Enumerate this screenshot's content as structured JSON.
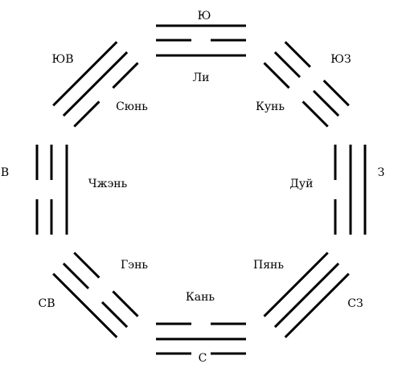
{
  "diagram": {
    "line_color": "#000000",
    "background": "#ffffff",
    "directions": {
      "south": "Ю",
      "southwest": "ЮЗ",
      "west": "З",
      "northwest": "СЗ",
      "north": "С",
      "northeast": "СВ",
      "east": "В",
      "southeast": "ЮВ"
    },
    "trigrams": [
      {
        "key": "li",
        "name": "Ли",
        "lines_outer_to_inner": [
          "yang",
          "yin",
          "yang"
        ]
      },
      {
        "key": "kun",
        "name": "Кунь",
        "lines_outer_to_inner": [
          "yin",
          "yin",
          "yin"
        ]
      },
      {
        "key": "dui",
        "name": "Дуй",
        "lines_outer_to_inner": [
          "yang",
          "yang",
          "yin"
        ]
      },
      {
        "key": "qian",
        "name": "Пянь",
        "lines_outer_to_inner": [
          "yang",
          "yang",
          "yang"
        ]
      },
      {
        "key": "kan",
        "name": "Кань",
        "lines_outer_to_inner": [
          "yin",
          "yang",
          "yin"
        ]
      },
      {
        "key": "gen",
        "name": "Гэнь",
        "lines_outer_to_inner": [
          "yang",
          "yin",
          "yin"
        ]
      },
      {
        "key": "zhen",
        "name": "Чжэнь",
        "lines_outer_to_inner": [
          "yin",
          "yin",
          "yang"
        ]
      },
      {
        "key": "xun",
        "name": "Сюнь",
        "lines_outer_to_inner": [
          "yang",
          "yang",
          "yin"
        ]
      }
    ]
  }
}
